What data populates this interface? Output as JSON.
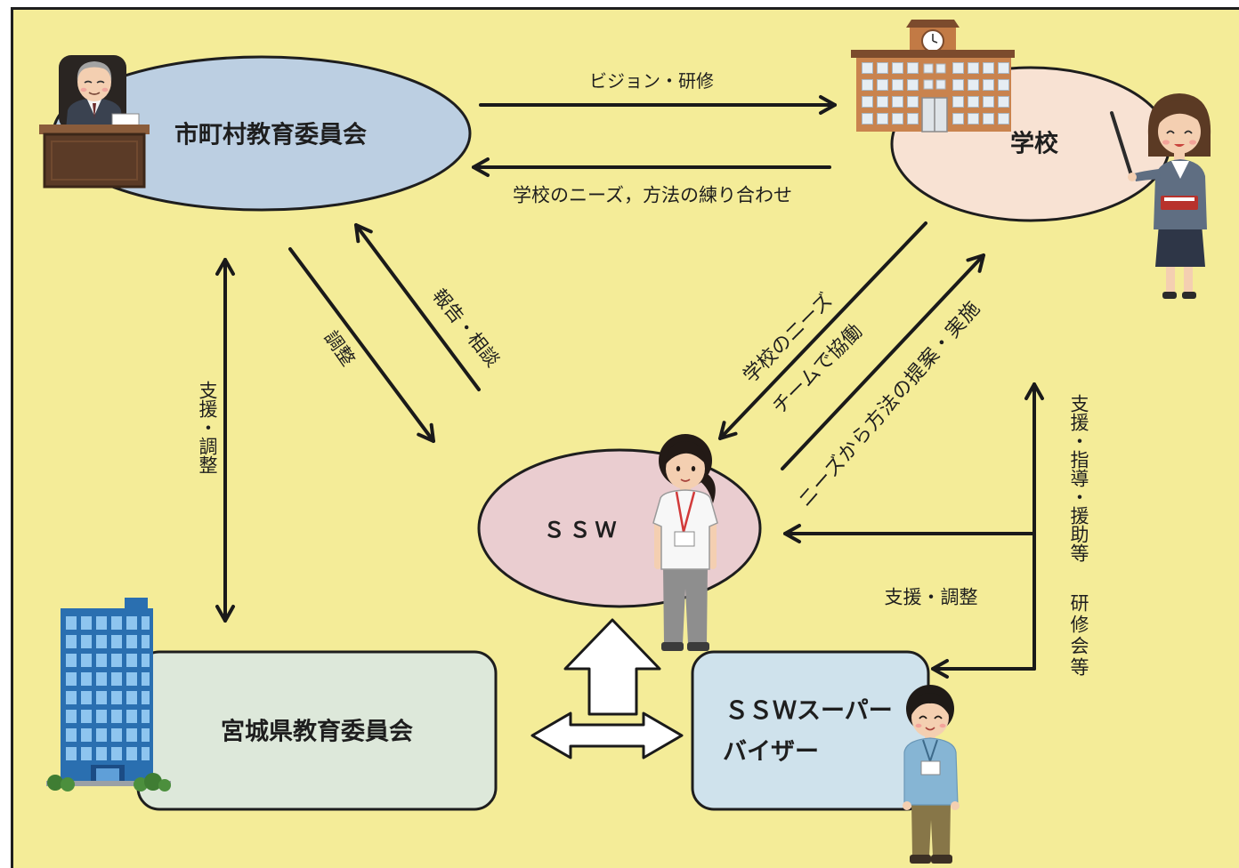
{
  "colors": {
    "background": "#f4ec98",
    "outline": "#1e1e1e"
  },
  "nodes": {
    "municipal_board": {
      "label": "市町村教育委員会",
      "color": "#bccfe2"
    },
    "school": {
      "label": "学校",
      "color": "#f8e2d3"
    },
    "ssw": {
      "label": "ＳＳＷ",
      "color": "#eacdd0"
    },
    "prefectural_board": {
      "label": "宮城県教育委員会",
      "color": "#dde8da"
    },
    "supervisor": {
      "label_line1": "ＳＳＷスーパー",
      "label_line2": "バイザー",
      "color": "#cfe2ec"
    }
  },
  "edges": {
    "vision_training": "ビジョン・研修",
    "needs_methods": "学校のニーズ，方法の練り合わせ",
    "support_coordination_left": "支援・調整",
    "coordination": "調整",
    "report_consult": "報告・相談",
    "school_needs": "学校のニーズ",
    "team_collaboration": "チームで協働",
    "proposal_implementation": "ニーズから方法の提案・実施",
    "support_coordination_right": "支援・調整",
    "support_guidance": "支援・指導・援助等",
    "training_sessions": "研修会等"
  },
  "icons": {
    "municipal_board": "principal-at-desk-icon",
    "school_building": "school-building-icon",
    "teacher": "teacher-icon",
    "ssw_staff": "ssw-staff-icon",
    "prefectural_board": "office-building-icon",
    "supervisor": "supervisor-icon"
  }
}
